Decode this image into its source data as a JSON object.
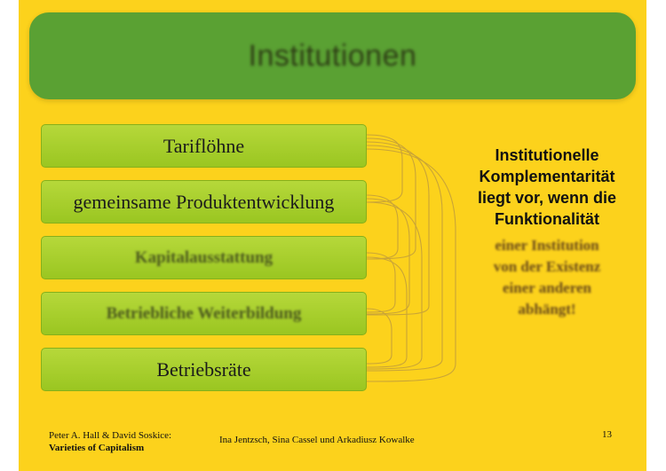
{
  "title": "Institutionen",
  "institutions": [
    "Tariflöhne",
    "gemeinsame Produktentwicklung",
    "Kapitalausstattung",
    "Betriebliche Weiterbildung",
    "Betriebsräte"
  ],
  "definition_clear": [
    "Institutionelle",
    "Komplementarität",
    "liegt vor, wenn die",
    "Funktionalität"
  ],
  "definition_blurred": [
    "einer Institution",
    "von der Existenz",
    "einer anderen",
    "abhängt!"
  ],
  "footer": {
    "authors": "Peter A. Hall & David Soskice:",
    "book": "Varieties of Capitalism",
    "presenters": "Ina Jentzsch, Sina Cassel und Arkadiusz Kowalke",
    "page": "13"
  },
  "colors": {
    "background": "#fcd21c",
    "title_bar": "#5aa133",
    "box": "#a6cd2a"
  }
}
